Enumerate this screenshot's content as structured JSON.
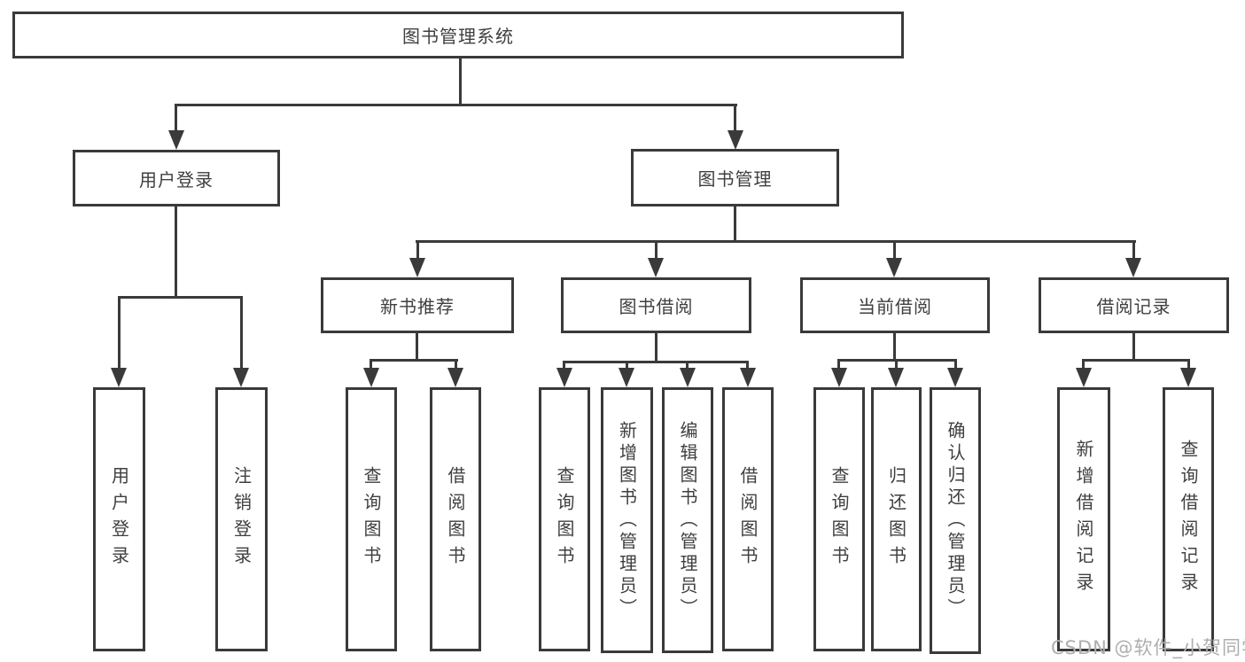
{
  "diagram": {
    "type": "hierarchy",
    "line_color": "#3a3a3a",
    "background": "#ffffff"
  },
  "tree": {
    "label": "图书管理系统",
    "children": [
      {
        "label": "用户登录",
        "children": [
          {
            "label": "用户登录"
          },
          {
            "label": "注销登录"
          }
        ]
      },
      {
        "label": "图书管理",
        "children": [
          {
            "label": "新书推荐",
            "children": [
              {
                "label": "查询图书"
              },
              {
                "label": "借阅图书"
              }
            ]
          },
          {
            "label": "图书借阅",
            "children": [
              {
                "label": "查询图书"
              },
              {
                "label": "新增图书（管理员）"
              },
              {
                "label": "编辑图书（管理员）"
              },
              {
                "label": "借阅图书"
              }
            ]
          },
          {
            "label": "当前借阅",
            "children": [
              {
                "label": "查询图书"
              },
              {
                "label": "归还图书"
              },
              {
                "label": "确认归还（管理员）"
              }
            ]
          },
          {
            "label": "借阅记录",
            "children": [
              {
                "label": "新增借阅记录"
              },
              {
                "label": "查询借阅记录"
              }
            ]
          }
        ]
      }
    ]
  },
  "watermark": "CSDN @软件_小贺同学"
}
